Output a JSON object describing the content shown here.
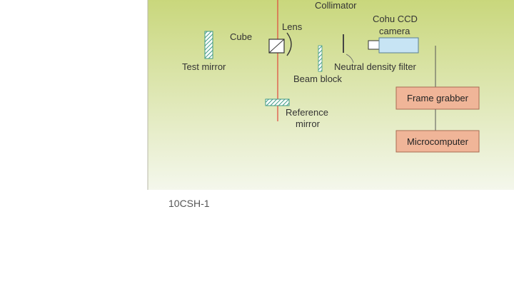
{
  "figure_id": "10CSH-1",
  "labels": {
    "collimator": "Collimator",
    "camera_line1": "Cohu CCD",
    "camera_line2": "camera",
    "lens": "Lens",
    "cube": "Cube",
    "test_mirror": "Test mirror",
    "beam_block": "Beam block",
    "neutral_density_filter": "Neutral density filter",
    "reference_mirror_line1": "Reference",
    "reference_mirror_line2": "mirror",
    "frame_grabber": "Frame grabber",
    "microcomputer": "Microcomputer"
  },
  "colors": {
    "panel_top": "#c9d77c",
    "panel_bottom": "#f4f7ec",
    "beam": "#e0473c",
    "box_fill": "#f0b598",
    "box_stroke": "#a86a52",
    "camera_fill": "#c7e4f4",
    "hatch": "#3f9a86"
  }
}
